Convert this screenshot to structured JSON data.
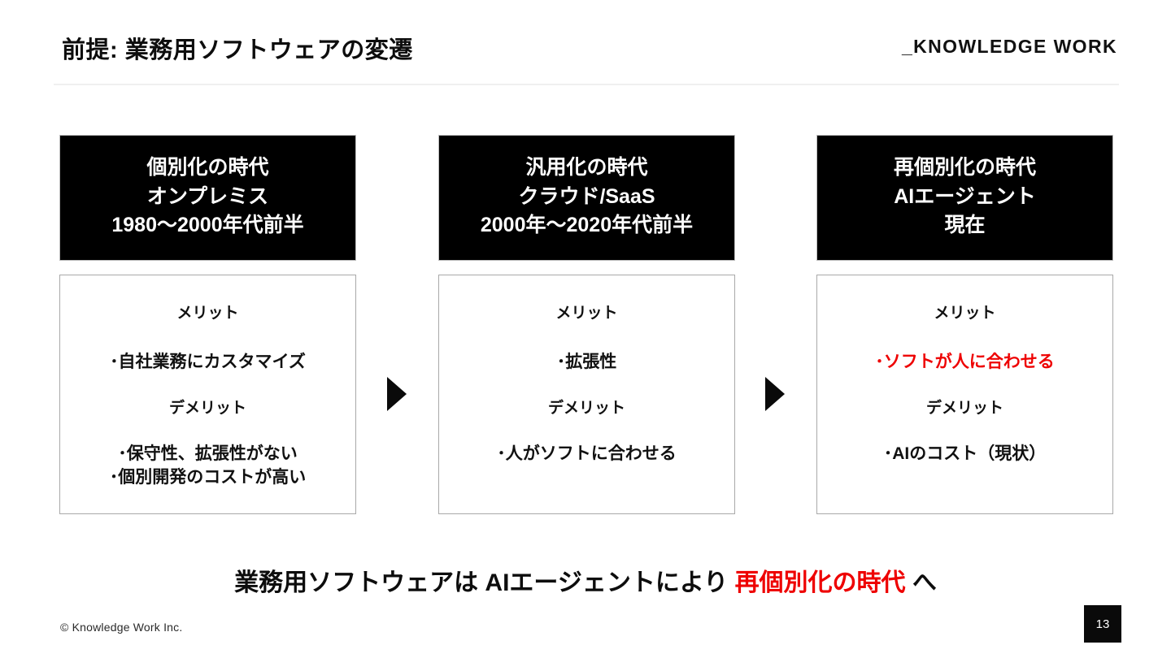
{
  "header": {
    "title": "前提: 業務用ソフトウェアの変遷",
    "logo": "_KNOWLEDGE WORK"
  },
  "columns": [
    {
      "era": {
        "line1": "個別化の時代",
        "line2": "オンプレミス",
        "line3": "1980〜2000年代前半"
      },
      "detail": {
        "merit_heading": "メリット",
        "merit_items": [
          "･自社業務にカスタマイズ"
        ],
        "demerit_heading": "デメリット",
        "demerit_items": [
          "･保守性、拡張性がない",
          "･個別開発のコストが高い"
        ]
      }
    },
    {
      "era": {
        "line1": "汎用化の時代",
        "line2": "クラウド/SaaS",
        "line3": "2000年〜2020年代前半"
      },
      "detail": {
        "merit_heading": "メリット",
        "merit_items": [
          "･拡張性"
        ],
        "demerit_heading": "デメリット",
        "demerit_items": [
          "･人がソフトに合わせる"
        ]
      }
    },
    {
      "era": {
        "line1": "再個別化の時代",
        "line2": "AIエージェント",
        "line3": "現在"
      },
      "detail": {
        "merit_heading": "メリット",
        "merit_items": [
          "･ソフトが人に合わせる"
        ],
        "demerit_heading": "デメリット",
        "demerit_items": [
          "･AIのコスト（現状）"
        ]
      }
    }
  ],
  "arrows": {
    "icon_1": "right-triangle-icon",
    "icon_2": "right-triangle-icon"
  },
  "conclusion": {
    "part1": "業務用ソフトウェアは AIエージェントにより ",
    "highlight": "再個別化の時代",
    "part2": " へ"
  },
  "footer": {
    "copyright": "© Knowledge Work Inc.",
    "page_number": "13"
  },
  "colors": {
    "accent_red": "#ee0000",
    "box_fill": "#000000",
    "card_border": "#a9a9a9",
    "rule": "#f0f0f0"
  }
}
